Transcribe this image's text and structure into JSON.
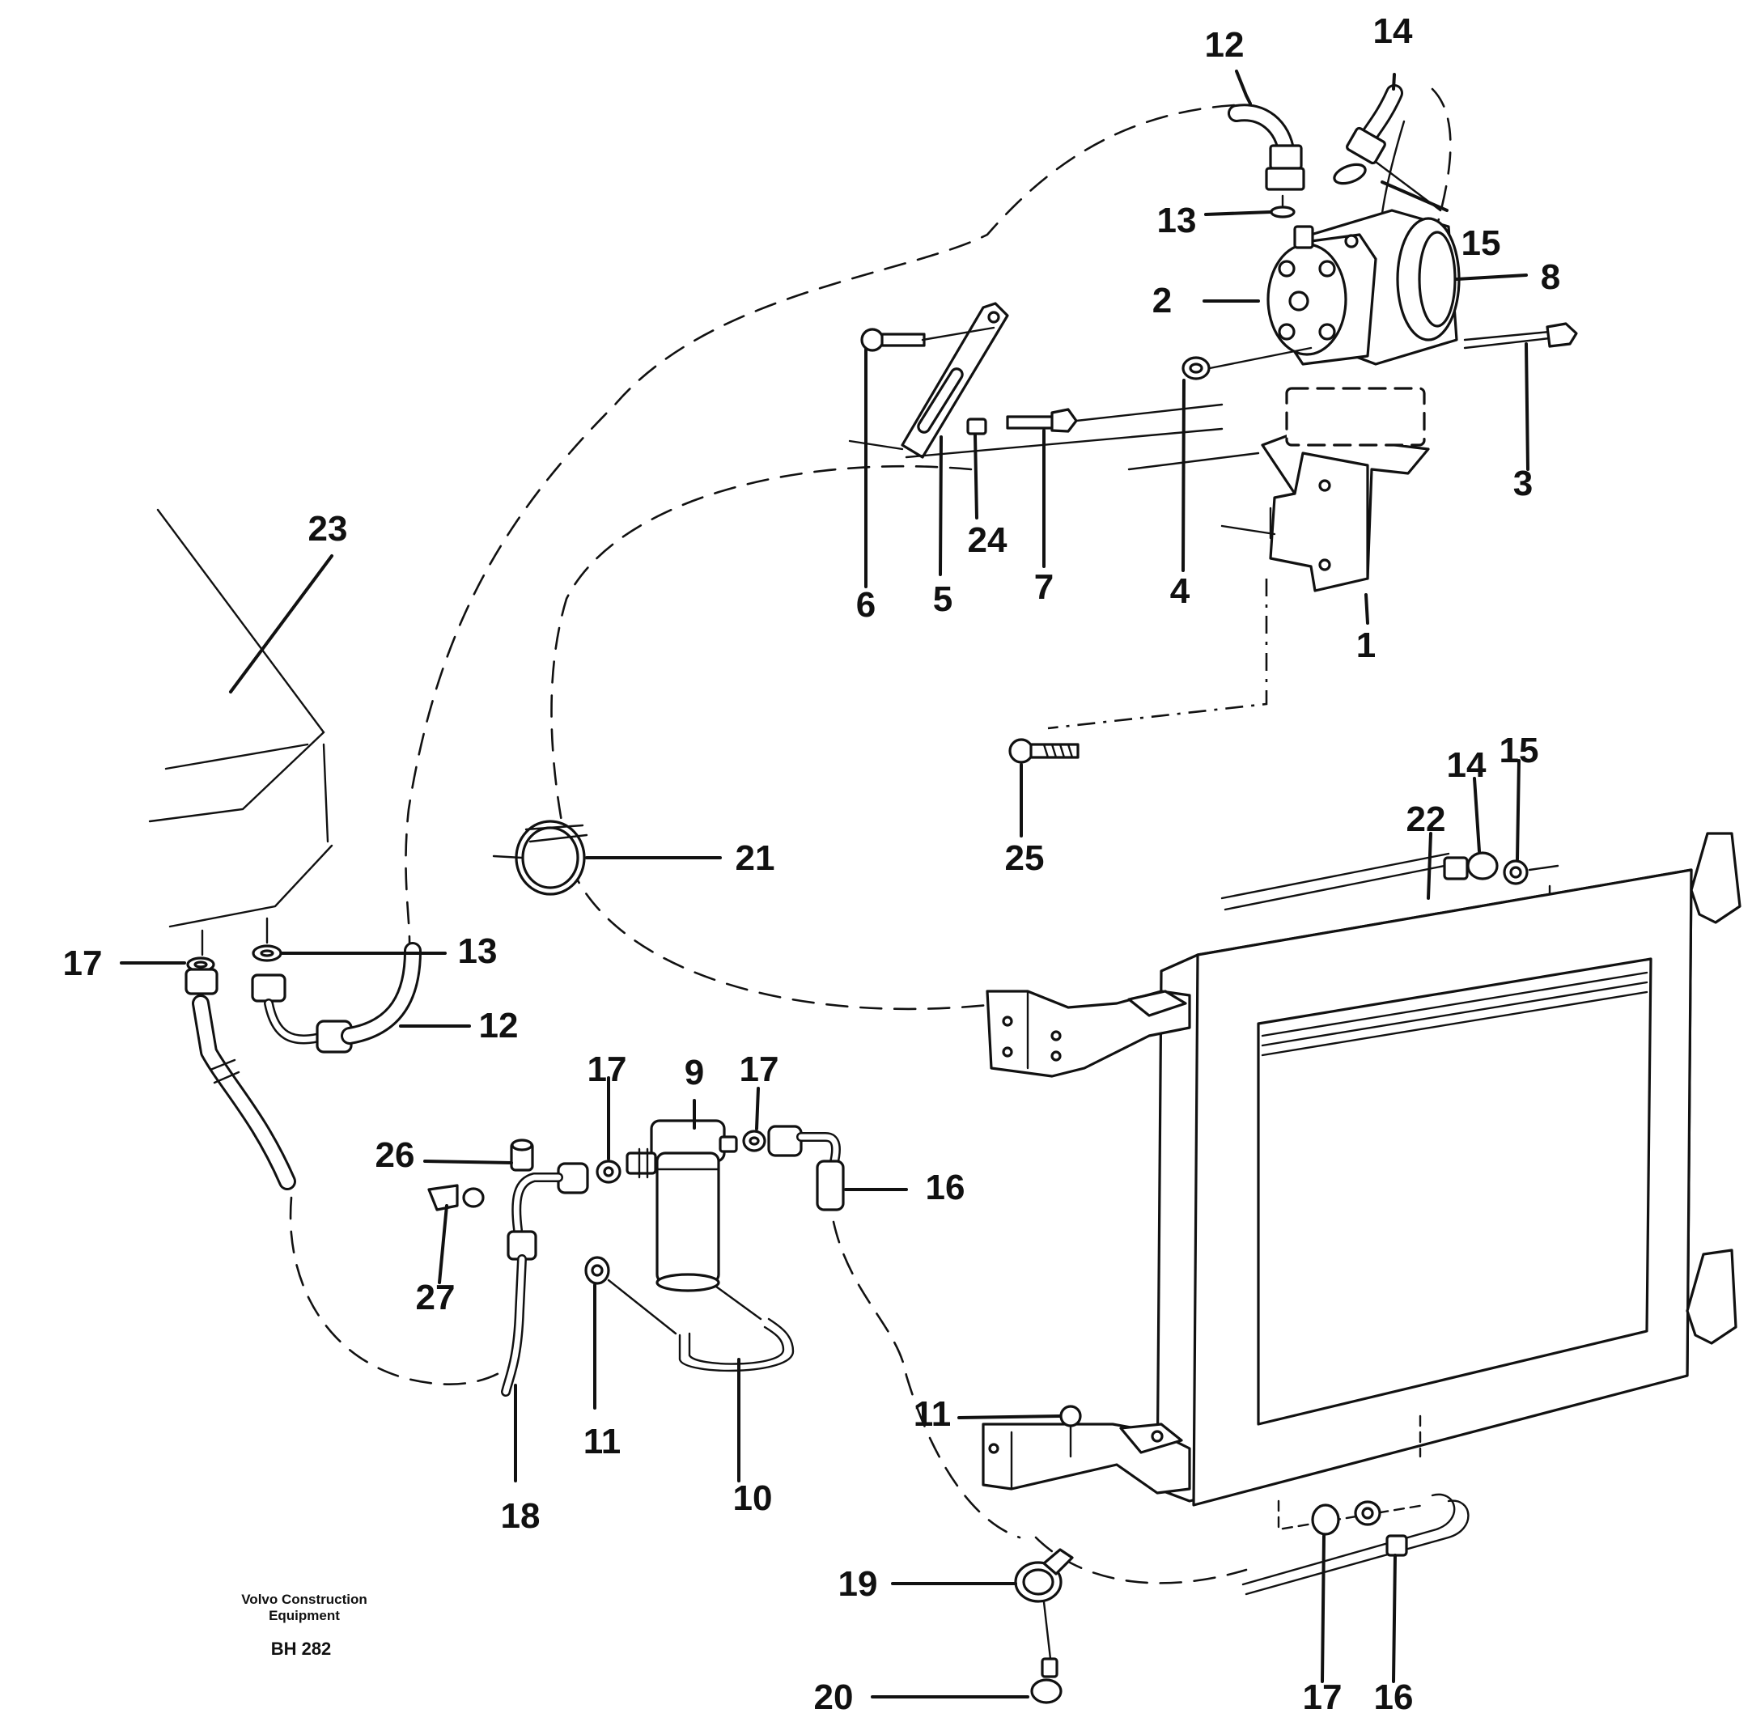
{
  "callouts": {
    "c1": "1",
    "c2": "2",
    "c3": "3",
    "c4": "4",
    "c5": "5",
    "c6": "6",
    "c7": "7",
    "c8": "8",
    "c9": "9",
    "c10": "10",
    "c11a": "11",
    "c11b": "11",
    "c12a": "12",
    "c12b": "12",
    "c13a": "13",
    "c13b": "13",
    "c14a": "14",
    "c14b": "14",
    "c15a": "15",
    "c15b": "15",
    "c16a": "16",
    "c16b": "16",
    "c17a": "17",
    "c17b": "17",
    "c17c": "17",
    "c17d": "17",
    "c18": "18",
    "c19": "19",
    "c20": "20",
    "c21": "21",
    "c22": "22",
    "c23": "23",
    "c24": "24",
    "c25": "25",
    "c26": "26",
    "c27": "27"
  },
  "footer": {
    "company_line1": "Volvo Construction",
    "company_line2": "Equipment",
    "drawing_code": "BH 282"
  }
}
